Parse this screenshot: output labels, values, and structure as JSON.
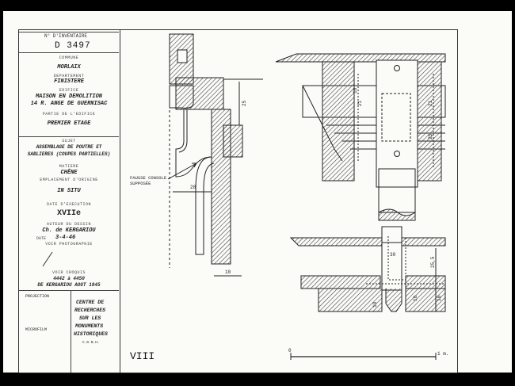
{
  "inventory": {
    "label": "N° D'INVENTAIRE",
    "number": "D 3497"
  },
  "commune": {
    "label": "COMMUNE",
    "value": "MORLAIX"
  },
  "departement": {
    "label": "DEPARTEMENT",
    "value": "FINISTERE"
  },
  "edifice": {
    "label": "EDIFICE",
    "line1": "MAISON EN DEMOLITION",
    "line2": "14 R. ANGE DE GUERNISAC"
  },
  "partie": {
    "label": "PARTIE DE L'EDIFICE",
    "value": "PREMIER ETAGE"
  },
  "sujet": {
    "label": "SUJET",
    "line1": "ASSEMBLAGE DE POUTRE ET",
    "line2": "SABLIERES (COUPES PARTIELLES)"
  },
  "matiere": {
    "label": "MATIERE",
    "value": "CHÊNE"
  },
  "emplacement": {
    "label": "EMPLACEMENT D'ORIGINE",
    "value": "IN SITU"
  },
  "date_execution": {
    "label": "DATE D'EXECUTION",
    "value": "XVIIe"
  },
  "auteur": {
    "label": "AUTEUR DU DESSIN",
    "value": "Ch. de KERGARIOU"
  },
  "date": {
    "label": "DATE",
    "value": "3-4-46"
  },
  "photo": {
    "label": "VOIR PHOTOGRAPHIE"
  },
  "croquis": {
    "label": "VOIR CROQUIS",
    "value": "4442 à 4450",
    "signature": "DE KERGARIOU AOUT 1945"
  },
  "footer": {
    "projection": "PROJECTION",
    "microfilm": "MICROFILM",
    "centre_lines": [
      "CENTRE DE",
      "RECHERCHES",
      "SUR LES",
      "MONUMENTS",
      "HISTORIQUES"
    ],
    "cnmh": "C.D.N.H."
  },
  "plate_number": "VIII",
  "drawing": {
    "console_label_1": "FAUSSE CONSOLE",
    "console_label_2": "SUPPOSÉE",
    "dimensions": [
      "25",
      "28",
      "10",
      "16",
      "21",
      "21",
      "25",
      "30",
      "25,5",
      "19",
      "16",
      "18"
    ],
    "scale_start": "0",
    "scale_unit": "1 m."
  }
}
